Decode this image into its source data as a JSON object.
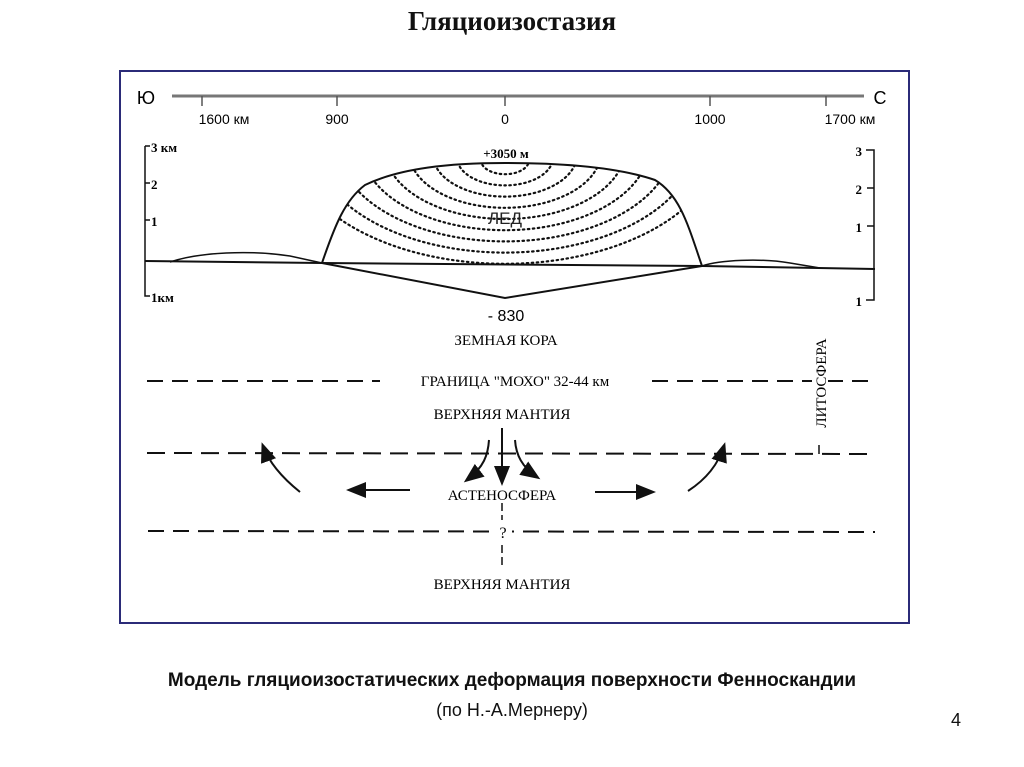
{
  "slide": {
    "title": "Гляциоизостазия",
    "caption": "Модель гляциоизостатических деформация поверхности Фенноскандии",
    "source": "(по Н.-А.Мернеру)",
    "page_number": "4",
    "frame_color": "#2b2b78"
  },
  "diagram": {
    "south_label": "Ю",
    "north_label": "С",
    "distance_ticks": [
      "1600 км",
      "900",
      "0",
      "1000",
      "1700 км"
    ],
    "left_axis": [
      "3 км",
      "2",
      "1",
      "1км"
    ],
    "right_axis": [
      "3",
      "2",
      "1",
      "1"
    ],
    "ice_top_label": "+3050 м",
    "ice_label": "ЛЕД",
    "depression_label": "- 830",
    "crust_label": "ЗЕМНАЯ КОРА",
    "moho_label": "ГРАНИЦА \"МОХО\" 32-44 км",
    "upper_mantle_label": "ВЕРХНЯЯ МАНТИЯ",
    "asthenosphere_label": "АСТЕНОСФЕРА",
    "question_label": "?",
    "lower_mantle_label": "ВЕРХНЯЯ МАНТИЯ",
    "lithosphere_label": "ЛИТОСФЕРА"
  }
}
